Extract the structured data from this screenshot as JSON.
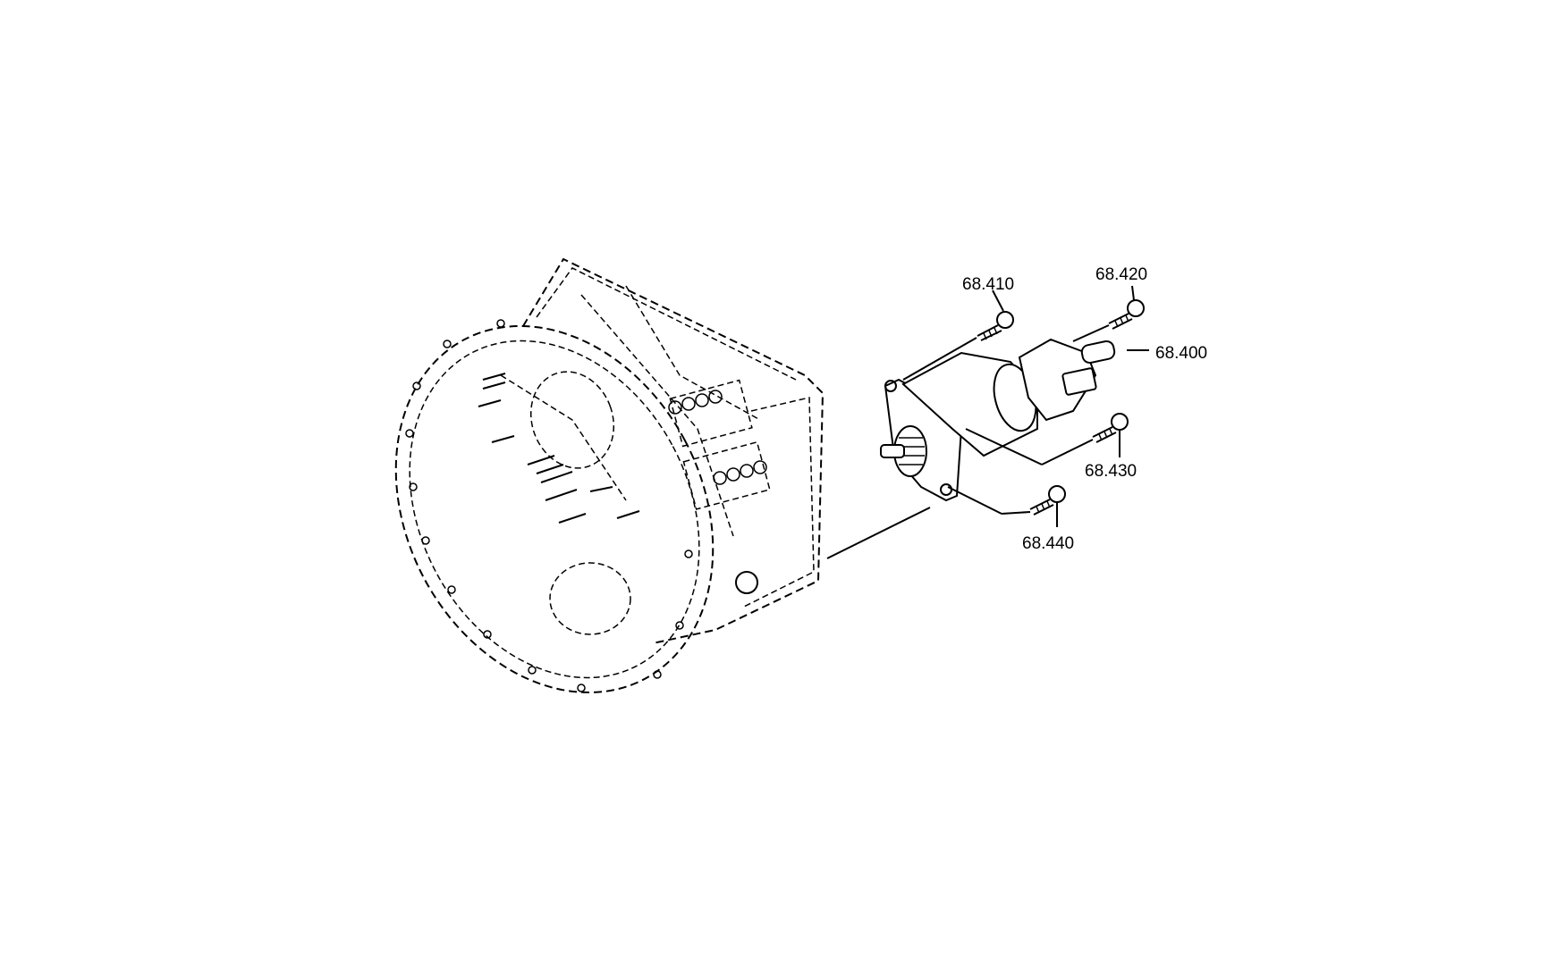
{
  "callouts": [
    {
      "id": "p1",
      "label": "68.410"
    },
    {
      "id": "p2",
      "label": "68.420"
    },
    {
      "id": "p3",
      "label": "68.400"
    },
    {
      "id": "p4",
      "label": "68.430"
    },
    {
      "id": "p5",
      "label": "68.440"
    }
  ]
}
